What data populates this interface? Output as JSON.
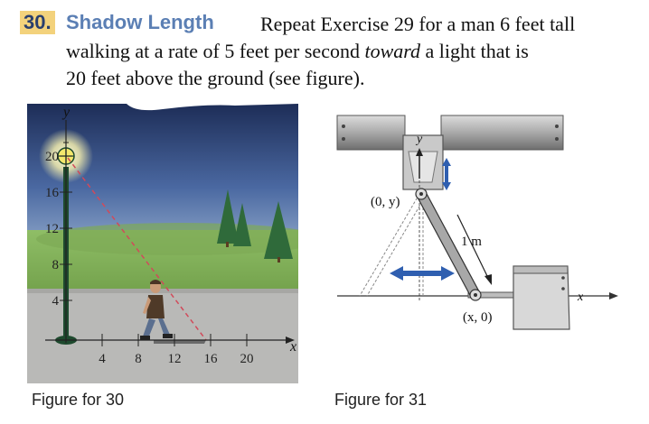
{
  "exercise": {
    "number": "30.",
    "title": "Shadow Length",
    "line1": "Repeat Exercise 29 for a man 6 feet tall",
    "line2_a": "walking at a rate of 5 feet per second ",
    "line2_b": "toward",
    "line2_c": " a light that is",
    "line3": "20 feet above the ground (see figure)."
  },
  "figure30": {
    "caption": "Figure for 30",
    "y_axis_label": "y",
    "x_axis_label": "x",
    "y_ticks": [
      "20",
      "16",
      "12",
      "8",
      "4"
    ],
    "x_ticks": [
      "4",
      "8",
      "12",
      "16",
      "20"
    ]
  },
  "figure31": {
    "caption": "Figure for 31",
    "y_axis_label": "y",
    "x_axis_label": "x",
    "point_top": "(0, y)",
    "point_bottom": "(x, 0)",
    "rod_length": "1 m"
  }
}
